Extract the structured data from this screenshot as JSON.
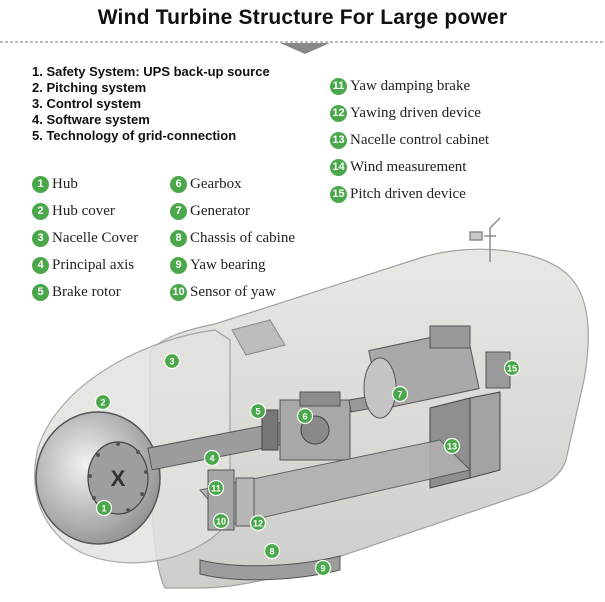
{
  "title": "Wind Turbine Structure For Large power",
  "summary": [
    "1. Safety System: UPS back-up source",
    "2. Pitching system",
    "3. Control system",
    "4. Software system",
    "5. Technology of grid-connection"
  ],
  "legend": [
    {
      "num": "1",
      "label": "Hub"
    },
    {
      "num": "2",
      "label": "Hub cover"
    },
    {
      "num": "3",
      "label": "Nacelle Cover"
    },
    {
      "num": "4",
      "label": "Principal axis"
    },
    {
      "num": "5",
      "label": "Brake rotor"
    },
    {
      "num": "6",
      "label": "Gearbox"
    },
    {
      "num": "7",
      "label": "Generator"
    },
    {
      "num": "8",
      "label": "Chassis of cabine"
    },
    {
      "num": "9",
      "label": "Yaw bearing"
    },
    {
      "num": "10",
      "label": "Sensor of yaw"
    },
    {
      "num": "11",
      "label": "Yaw damping brake"
    },
    {
      "num": "12",
      "label": "Yawing driven device"
    },
    {
      "num": "13",
      "label": "Nacelle control cabinet"
    },
    {
      "num": "14",
      "label": "Wind measurement"
    },
    {
      "num": "15",
      "label": "Pitch driven device"
    }
  ],
  "callouts": [
    "1",
    "2",
    "3",
    "4",
    "5",
    "6",
    "7",
    "8",
    "9",
    "10",
    "11",
    "12",
    "13",
    "15"
  ],
  "colors": {
    "badge": "#4aa84a",
    "divider": "#c8c8c8",
    "nacelle": "#d9d9d6"
  }
}
